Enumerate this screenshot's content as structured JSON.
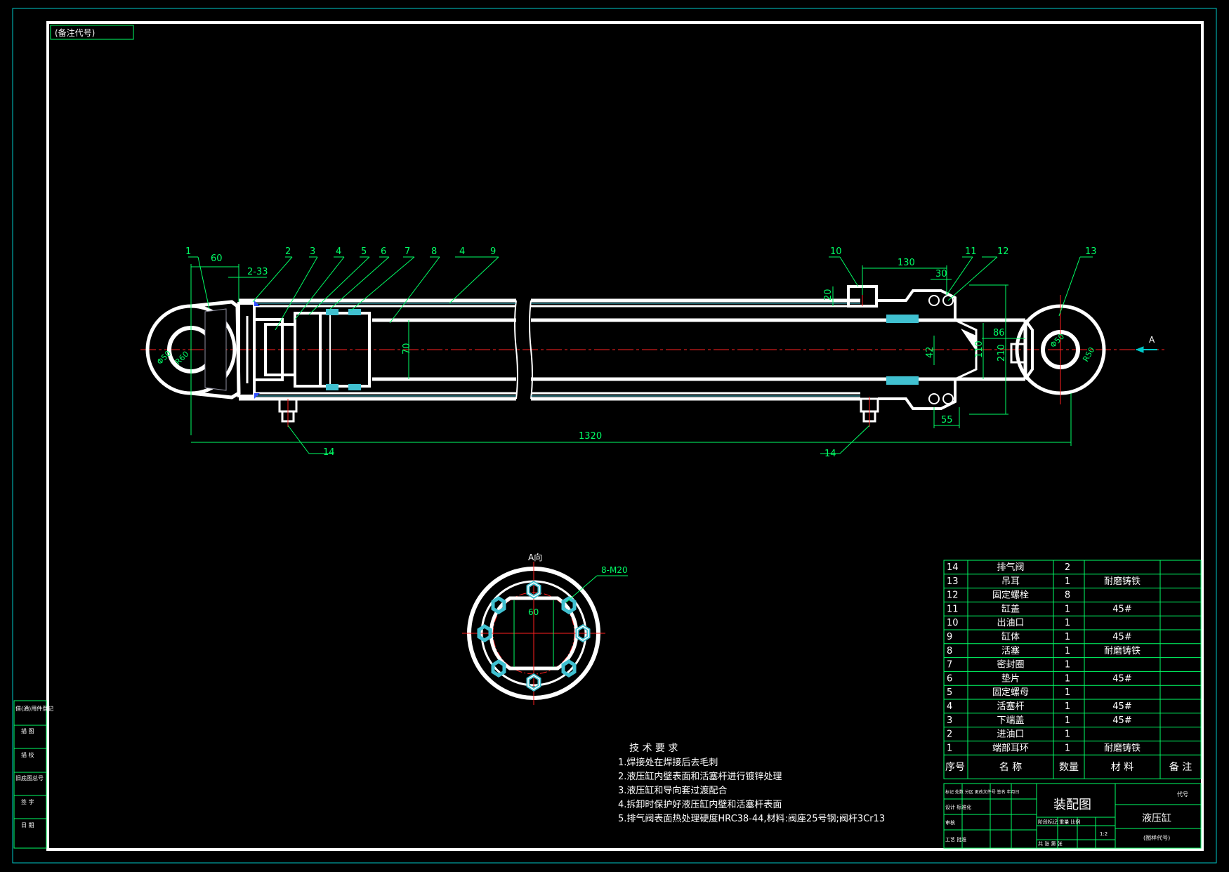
{
  "colors": {
    "background": "#000000",
    "outline": "#ffffff",
    "dimension": "#00ff66",
    "border": "#00c8c8",
    "center_line": "#ff2020",
    "seal": "#40c0d0",
    "table_line": "#00ff66",
    "table_text": "#ffffff",
    "accent_blue": "#3050ff"
  },
  "header_box": {
    "text": "(备注代号)"
  },
  "main_view": {
    "part_labels": [
      "1",
      "2",
      "3",
      "4",
      "5",
      "6",
      "7",
      "8",
      "4",
      "9",
      "10",
      "11",
      "12",
      "13",
      "14",
      "14"
    ],
    "dimensions": {
      "d60": "60",
      "d2_33": "2-33",
      "d70": "70",
      "d1320": "1320",
      "d130": "130",
      "d30": "30",
      "d20": "20",
      "d42": "42",
      "d110": "110",
      "d210": "210",
      "d86": "86",
      "d55": "55",
      "phi_left_a": "Φ50",
      "phi_left_b": "R60",
      "phi_right_a": "Φ50",
      "phi_right_b": "R50"
    },
    "view_marker": "A"
  },
  "section_view": {
    "title": "A向",
    "bolt_label": "8-M20",
    "dim60": "60"
  },
  "tech_requirements": {
    "title": "技  术  要  求",
    "items": [
      "1.焊接处在焊接后去毛刺",
      "2.液压缸内壁表面和活塞杆进行镀锌处理",
      "3.液压缸和导向套过渡配合",
      "4.拆卸时保护好液压缸内壁和活塞杆表面",
      "5.排气阀表面热处理硬度HRC38-44,材料:阀座25号钢;阀杆3Cr13"
    ]
  },
  "parts_table": {
    "rows": [
      {
        "no": "14",
        "name": "排气阀",
        "qty": "2",
        "material": ""
      },
      {
        "no": "13",
        "name": "吊耳",
        "qty": "1",
        "material": "耐磨铸铁"
      },
      {
        "no": "12",
        "name": "固定螺栓",
        "qty": "8",
        "material": ""
      },
      {
        "no": "11",
        "name": "缸盖",
        "qty": "1",
        "material": "45#"
      },
      {
        "no": "10",
        "name": "出油口",
        "qty": "1",
        "material": ""
      },
      {
        "no": "9",
        "name": "缸体",
        "qty": "1",
        "material": "45#"
      },
      {
        "no": "8",
        "name": "活塞",
        "qty": "1",
        "material": "耐磨铸铁"
      },
      {
        "no": "7",
        "name": "密封圈",
        "qty": "1",
        "material": ""
      },
      {
        "no": "6",
        "name": "垫片",
        "qty": "1",
        "material": "45#"
      },
      {
        "no": "5",
        "name": "固定螺母",
        "qty": "1",
        "material": ""
      },
      {
        "no": "4",
        "name": "活塞杆",
        "qty": "1",
        "material": "45#"
      },
      {
        "no": "3",
        "name": "下端盖",
        "qty": "1",
        "material": "45#"
      },
      {
        "no": "2",
        "name": "进油口",
        "qty": "1",
        "material": ""
      },
      {
        "no": "1",
        "name": "端部耳环",
        "qty": "1",
        "material": "耐磨铸铁"
      }
    ],
    "header": {
      "no": "序号",
      "name": "名  称",
      "qty": "数量",
      "material": "材  料",
      "remark": "备 注"
    }
  },
  "title_block": {
    "drawing_name": "装配图",
    "part_name": "液压缸",
    "small_1": "标记 处数 分区 更改文件号 签名 年月日",
    "small_2": "设计      标准化",
    "small_3": "阶段标记  重量  比例",
    "small_4": "审核",
    "small_5": "工艺      批准",
    "small_6": "共  张  第  张",
    "scale": "1:2",
    "code_top": "代号",
    "code_bottom": "(图样代号)"
  },
  "left_strip": {
    "items": [
      "借(通)用件登记",
      "描  图",
      "描  校",
      "旧底图总号",
      "签  字",
      "日  期"
    ]
  }
}
